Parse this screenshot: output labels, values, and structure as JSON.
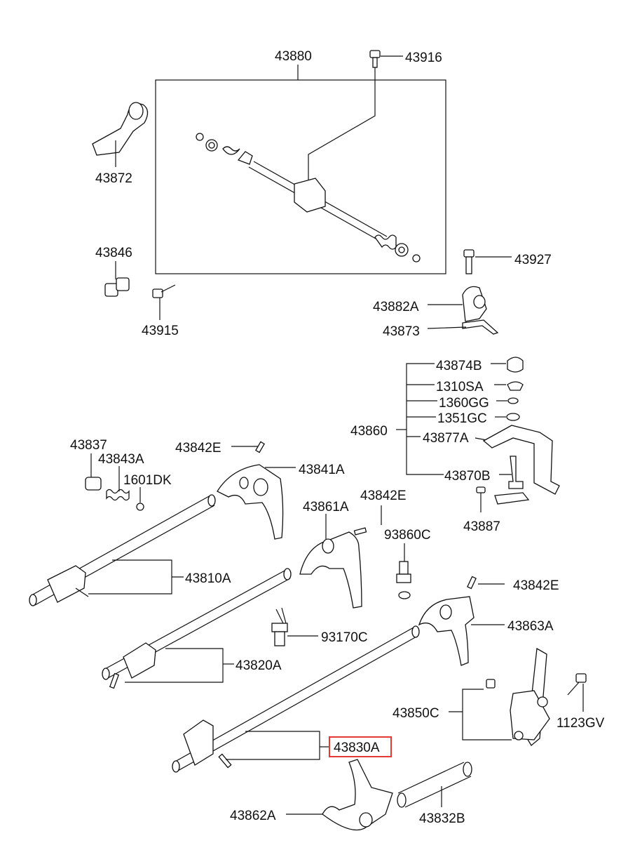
{
  "highlight_color": "#e53935",
  "labels": {
    "p43880": "43880",
    "p43916": "43916",
    "p43872": "43872",
    "p43846": "43846",
    "p43915": "43915",
    "p43927": "43927",
    "p43882A": "43882A",
    "p43873": "43873",
    "p43874B": "43874B",
    "p1310SA": "1310SA",
    "p1360GG": "1360GG",
    "p1351GC": "1351GC",
    "p43860": "43860",
    "p43877A": "43877A",
    "p43870B": "43870B",
    "p43887": "43887",
    "p43837": "43837",
    "p43843A": "43843A",
    "p1601DK": "1601DK",
    "p43842E_a": "43842E",
    "p43841A": "43841A",
    "p43861A": "43861A",
    "p43842E_b": "43842E",
    "p93860C": "93860C",
    "p43810A": "43810A",
    "p43842E_c": "43842E",
    "p43863A": "43863A",
    "p93170C": "93170C",
    "p43820A": "43820A",
    "p43850C": "43850C",
    "p1123GV": "1123GV",
    "p43830A": "43830A",
    "p43862A": "43862A",
    "p43832B": "43832B"
  }
}
